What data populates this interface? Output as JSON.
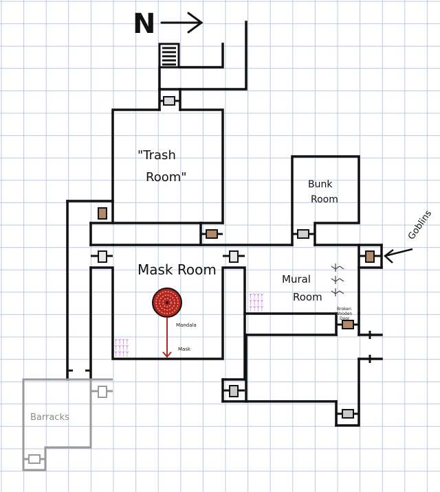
{
  "north_label": "N",
  "labels": {
    "trash_room": "\"Trash Room\"",
    "bunk_room": "Bunk Room",
    "mask_room": "Mask Room",
    "mural_room": "Mural Room",
    "barracks": "Barracks",
    "goblins": "Goblins",
    "mandala": "Mandala",
    "mask": "Mask",
    "broken_wooden_door": "Broken Wooden Door"
  },
  "colors": {
    "grid": "#b9c8e2",
    "wall": "#111111",
    "door": "#9a9a9a",
    "barracks": "#9a9a9a",
    "rubble": "#a020c8",
    "mandala": "#b3261e"
  }
}
